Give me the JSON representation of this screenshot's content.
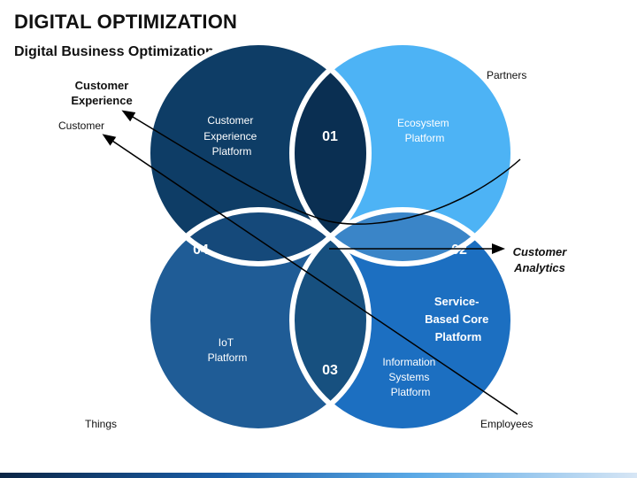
{
  "header": {
    "title": "DIGITAL OPTIMIZATION",
    "subtitle": "Digital Business Optimization"
  },
  "quadrants": [
    {
      "id": "q1",
      "name_lines": [
        "Customer",
        "Experience",
        "Platform"
      ],
      "color": "#0e3d66"
    },
    {
      "id": "q2",
      "name_lines": [
        "Ecosystem",
        "Platform"
      ],
      "color": "#4db3f5"
    },
    {
      "id": "q3",
      "name_lines": [
        "IoT",
        "Platform"
      ],
      "color": "#1f5c96"
    },
    {
      "id": "q4",
      "name_lines": [
        "Information",
        "Systems",
        "Platform"
      ],
      "color": "#1c6fc1"
    }
  ],
  "overlaps": {
    "top": "01",
    "right": "02",
    "bottom": "03",
    "left": "04"
  },
  "center_label_lines": [
    "Service-",
    "Based Core",
    "Platform"
  ],
  "outer_labels": {
    "customer_experience": "Customer Experience",
    "customer": "Customer",
    "partners": "Partners",
    "customer_analytics": "Customer Analytics",
    "things": "Things",
    "employees": "Employees"
  },
  "colors": {
    "q1_lens": "#0a2f52",
    "q2_lens": "#3a85c8",
    "q3_lens": "#17507f",
    "q4_lens": "#15497a",
    "ring": "#ffffff",
    "arrow": "#000000"
  }
}
